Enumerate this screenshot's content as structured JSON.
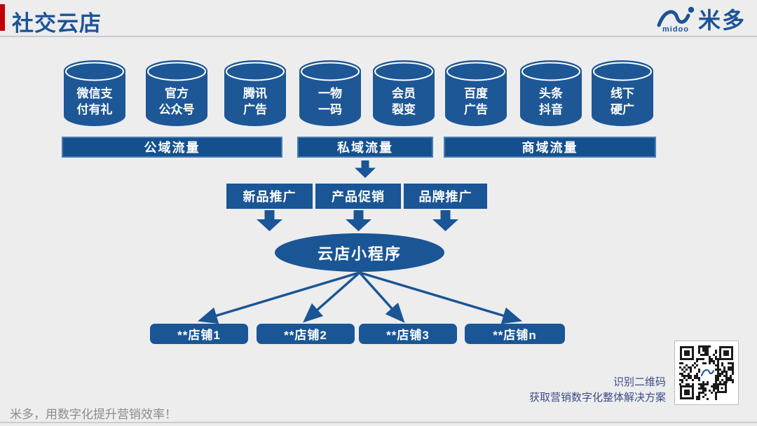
{
  "header": {
    "title": "社交云店",
    "accent_color": "#C00000",
    "logo": {
      "brand_en": "midoo",
      "brand_cn": "米多"
    }
  },
  "colors": {
    "primary_blue": "#1A5596",
    "cylinder_blue": "#1D5796",
    "bar_blue": "#15508E",
    "background": "#EDEDEE",
    "caption_blue": "#3D4C86",
    "footer_gray": "#8C8C8C"
  },
  "sources": [
    {
      "line1": "微信支",
      "line2": "付有礼"
    },
    {
      "line1": "官方",
      "line2": "公众号"
    },
    {
      "line1": "腾讯",
      "line2": "广告"
    },
    {
      "line1": "一物",
      "line2": "一码"
    },
    {
      "line1": "会员",
      "line2": "裂变"
    },
    {
      "line1": "百度",
      "line2": "广告"
    },
    {
      "line1": "头条",
      "line2": "抖音"
    },
    {
      "line1": "线下",
      "line2": "硬广"
    }
  ],
  "traffic_groups": [
    {
      "label": "公域流量"
    },
    {
      "label": "私域流量"
    },
    {
      "label": "商域流量"
    }
  ],
  "campaigns": [
    {
      "label": "新品推广"
    },
    {
      "label": "产品促销"
    },
    {
      "label": "品牌推广"
    }
  ],
  "hub": {
    "label": "云店小程序"
  },
  "stores": [
    {
      "label": "**店铺1"
    },
    {
      "label": "**店铺2"
    },
    {
      "label": "**店铺3"
    },
    {
      "label": "**店铺n"
    }
  ],
  "qr": {
    "caption_line1": "识别二维码",
    "caption_line2": "获取营销数字化整体解决方案"
  },
  "footer": {
    "tagline": "米多，用数字化提升营销效率！"
  }
}
